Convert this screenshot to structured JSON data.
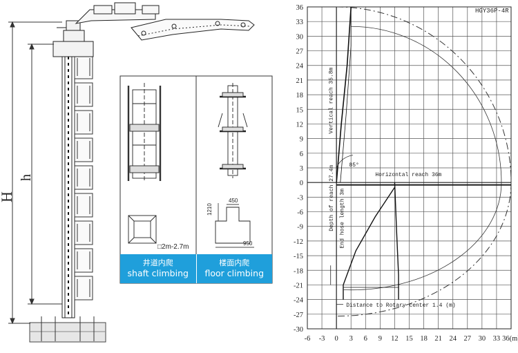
{
  "left_figure": {
    "dim_outer": "H",
    "dim_inner": "h"
  },
  "inset": {
    "size_label": "2m-2.7m",
    "dim_1210": "1210",
    "dim_450": "450",
    "dim_950": "950",
    "caption_shaft_zh": "井道内爬",
    "caption_shaft_en": "shaft climbing",
    "caption_floor_zh": "楼面内爬",
    "caption_floor_en": "floor climbing"
  },
  "colors": {
    "caption_bg": "#1f9fdb",
    "line": "#222222",
    "grid": "#555555"
  },
  "chart_data": {
    "type": "diagram",
    "title": "HGY36P-4R",
    "x_ticks": [
      "-6",
      "-3",
      "0",
      "3",
      "6",
      "9",
      "12",
      "15",
      "18",
      "21",
      "24",
      "27",
      "30",
      "33",
      "36(m)"
    ],
    "x_values": [
      -6,
      -3,
      0,
      3,
      6,
      9,
      12,
      15,
      18,
      21,
      24,
      27,
      30,
      33,
      36
    ],
    "y_ticks": [
      36,
      33,
      30,
      27,
      24,
      21,
      18,
      15,
      12,
      9,
      6,
      3,
      0,
      -3,
      -6,
      -9,
      -12,
      -15,
      -18,
      -21,
      -24,
      -27,
      -30
    ],
    "xlim": [
      -6,
      36
    ],
    "ylim": [
      -30,
      36
    ],
    "annotations": {
      "vertical_reach": "Vertical reach 35.8m",
      "horizontal_reach": "Horizontal reach 36m",
      "angle": "85°",
      "depth_of_reach": "Depth of reach 27.4m",
      "end_hose": "End hose length 3m",
      "distance_rotary": "Distance to Rotary center 1.4 (m)"
    },
    "reach": {
      "vertical": 35.8,
      "horizontal": 36,
      "depth": 27.4,
      "end_hose": 3,
      "rotary_offset": 1.4
    }
  }
}
